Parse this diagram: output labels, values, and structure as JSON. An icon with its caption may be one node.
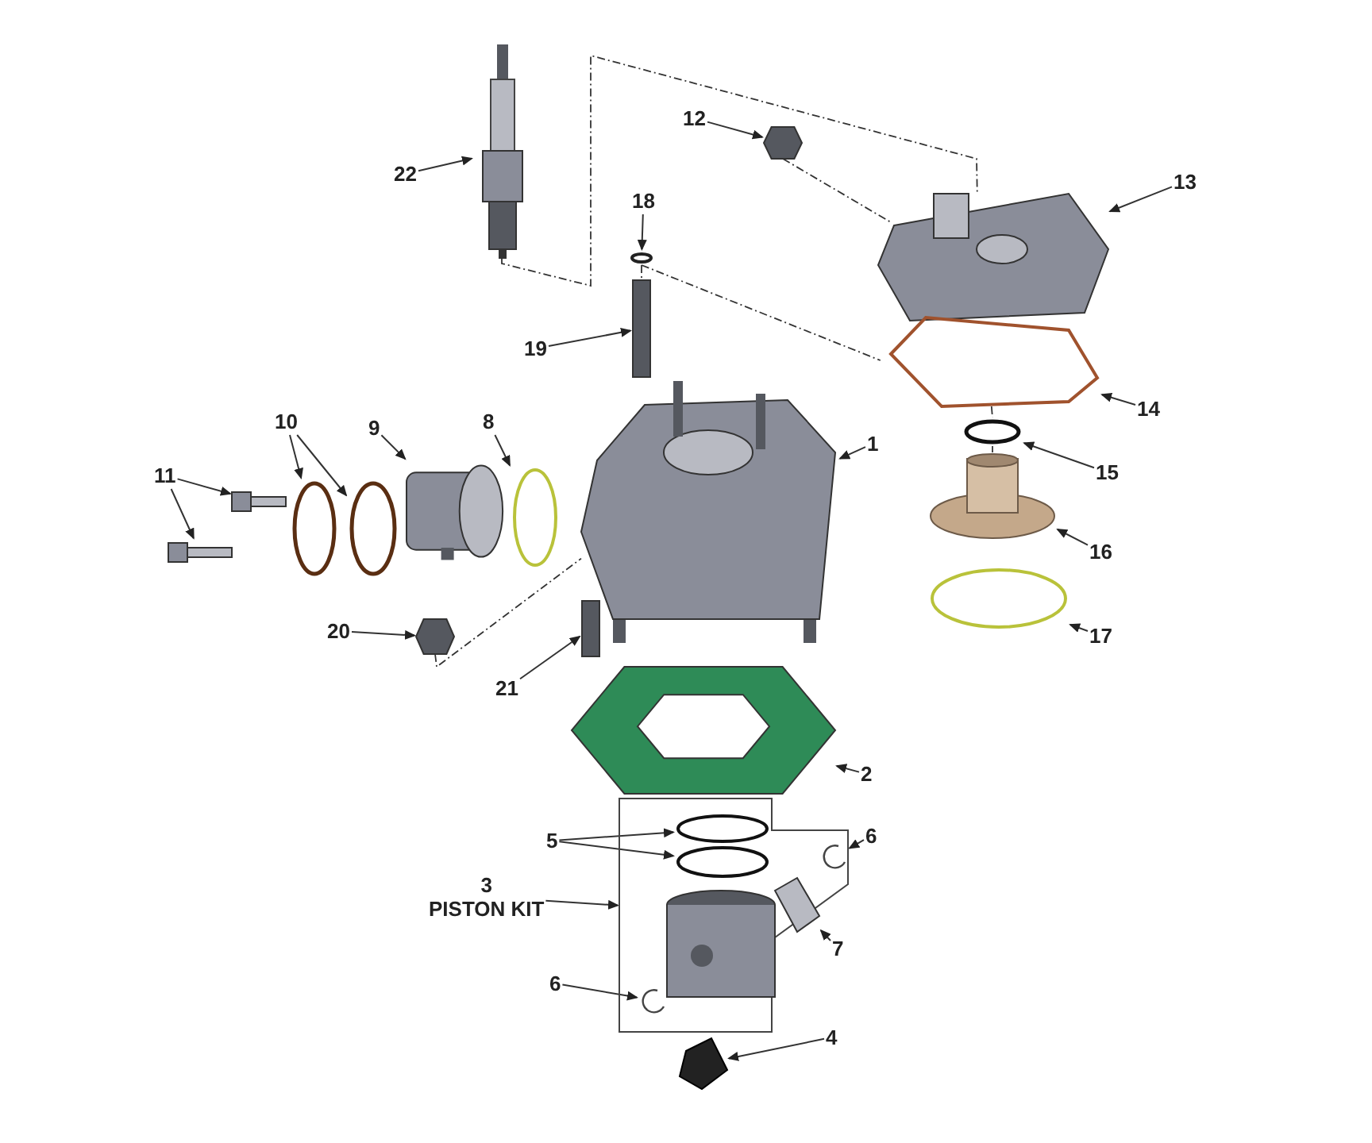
{
  "diagram": {
    "nodes": [
      {
        "text": [
          "22"
        ]
      },
      {
        "text": [],
        "shape": "picture"
      },
      {
        "text": [
          "12"
        ]
      },
      {
        "text": [],
        "shape": "hexagon"
      },
      {
        "text": [
          "13"
        ]
      },
      {
        "text": [],
        "shape": "picture"
      },
      {
        "text": [
          "18"
        ]
      },
      {
        "text": [],
        "shape": "circle"
      },
      {
        "text": [
          "19"
        ]
      },
      {
        "text": [],
        "shape": "bar"
      },
      {
        "text": [
          "14"
        ]
      },
      {
        "text": [],
        "shape": "picture"
      },
      {
        "text": [
          "15"
        ]
      },
      {
        "text": [],
        "shape": "circle"
      },
      {
        "text": [
          "16"
        ]
      },
      {
        "text": [],
        "shape": "disc"
      },
      {
        "text": [
          "17"
        ]
      },
      {
        "text": [],
        "shape": "circle"
      },
      {
        "text": [
          "11"
        ]
      },
      {
        "text": [],
        "shape": "picture"
      },
      {
        "text": [],
        "shape": "picture"
      },
      {
        "text": [
          "10"
        ]
      },
      {
        "text": [],
        "shape": "circle"
      },
      {
        "text": [],
        "shape": "circle"
      },
      {
        "text": [
          "9"
        ]
      },
      {
        "text": [],
        "shape": "cylinder"
      },
      {
        "text": [
          "8"
        ]
      },
      {
        "text": [],
        "shape": "circle"
      },
      {
        "text": [
          "1"
        ]
      },
      {
        "text": [],
        "shape": "picture"
      },
      {
        "text": [
          "20"
        ]
      },
      {
        "text": [],
        "shape": "hexagon"
      },
      {
        "text": [
          "21"
        ]
      },
      {
        "text": [],
        "shape": "bar"
      },
      {
        "text": [
          "2"
        ]
      },
      {
        "text": [],
        "shape": "hexagon"
      },
      {
        "text": [
          "3",
          "PISTON KIT"
        ]
      },
      {
        "text": [],
        "shape": "box"
      },
      {
        "text": [
          "5"
        ]
      },
      {
        "text": [],
        "shape": "circle",
        "in": 37
      },
      {
        "text": [],
        "shape": "circle",
        "in": 37
      },
      {
        "text": [
          "6"
        ]
      },
      {
        "text": [],
        "shape": "picture",
        "in": 37
      },
      {
        "text": [
          "7"
        ]
      },
      {
        "text": [],
        "shape": "picture",
        "in": 37
      },
      {
        "text": [],
        "shape": "picture",
        "in": 37
      },
      {
        "text": [
          "6"
        ]
      },
      {
        "text": [],
        "shape": "picture",
        "in": 37
      },
      {
        "text": [
          "4"
        ]
      },
      {
        "text": [],
        "shape": "picture"
      }
    ],
    "edges": [
      {
        "from": 0,
        "to": 1,
        "arrow": "to"
      },
      {
        "from": 2,
        "to": 3,
        "arrow": "to"
      },
      {
        "from": 4,
        "to": 5,
        "arrow": "to"
      },
      {
        "from": 6,
        "to": 7,
        "arrow": "to"
      },
      {
        "from": 8,
        "to": 9,
        "arrow": "to"
      },
      {
        "from": 10,
        "to": 11,
        "arrow": "to"
      },
      {
        "from": 12,
        "to": 13,
        "arrow": "to"
      },
      {
        "from": 14,
        "to": 15,
        "arrow": "to"
      },
      {
        "from": 16,
        "to": 17,
        "arrow": "to"
      },
      {
        "from": 18,
        "to": 19,
        "arrow": "to"
      },
      {
        "from": 18,
        "to": 20,
        "arrow": "to"
      },
      {
        "from": 21,
        "to": 22,
        "arrow": "to"
      },
      {
        "from": 21,
        "to": 23,
        "arrow": "to"
      },
      {
        "from": 24,
        "to": 25,
        "arrow": "to"
      },
      {
        "from": 26,
        "to": 27,
        "arrow": "to"
      },
      {
        "from": 28,
        "to": 29,
        "arrow": "to"
      },
      {
        "from": 30,
        "to": 31,
        "arrow": "to"
      },
      {
        "from": 32,
        "to": 33,
        "arrow": "to"
      },
      {
        "from": 34,
        "to": 35,
        "arrow": "to"
      },
      {
        "from": 36,
        "to": 37,
        "arrow": "to"
      },
      {
        "from": 38,
        "to": 39,
        "arrow": "to"
      },
      {
        "from": 38,
        "to": 40,
        "arrow": "to"
      },
      {
        "from": 41,
        "to": 42,
        "arrow": "to"
      },
      {
        "from": 43,
        "to": 44,
        "arrow": "to"
      },
      {
        "from": 46,
        "to": 47,
        "arrow": "to"
      },
      {
        "from": 48,
        "to": 49,
        "arrow": "to"
      },
      {
        "from": 1,
        "to": 5,
        "arrow": "none",
        "style": "dashed"
      },
      {
        "from": 3,
        "to": 5,
        "arrow": "none",
        "style": "dashed"
      },
      {
        "from": 7,
        "to": 11,
        "arrow": "none",
        "style": "dashed"
      },
      {
        "from": 7,
        "to": 9,
        "arrow": "none",
        "style": "dashed"
      },
      {
        "from": 31,
        "to": 29,
        "arrow": "none",
        "style": "dashed"
      },
      {
        "from": 11,
        "to": 13,
        "arrow": "none",
        "style": "dashed"
      },
      {
        "from": 13,
        "to": 15,
        "arrow": "none",
        "style": "dashed"
      }
    ]
  }
}
